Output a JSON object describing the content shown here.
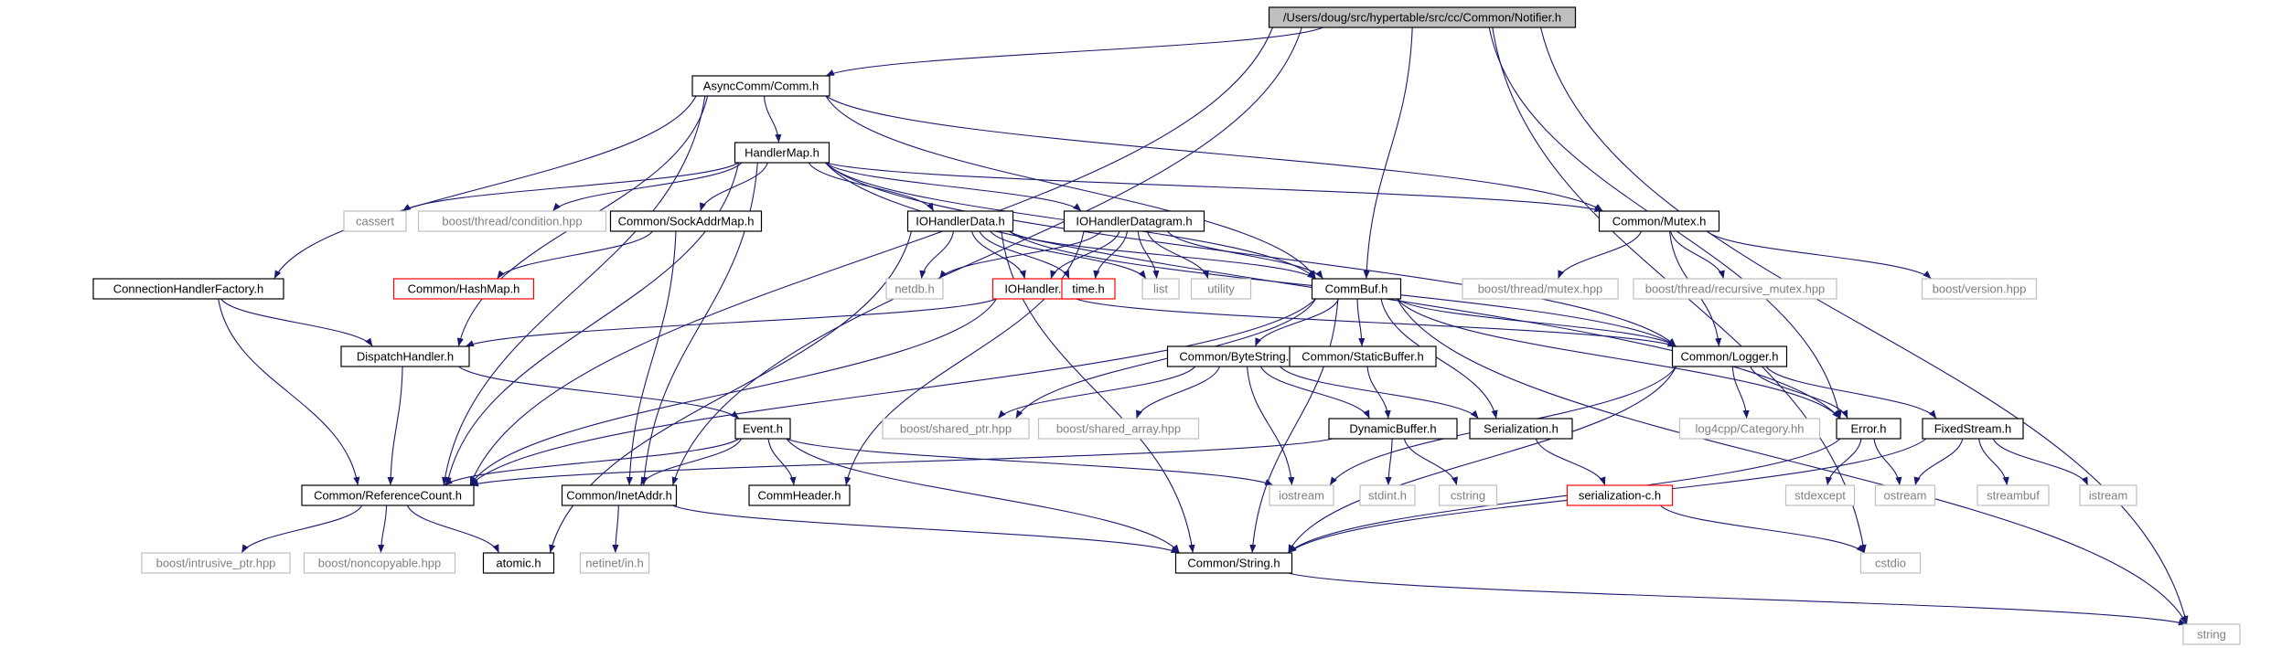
{
  "graph": {
    "colors": {
      "root_fill": "#bfbfbf",
      "normal_stroke": "#000000",
      "missing_stroke": "#bfbfbf",
      "missing_text": "#7f7f7f",
      "red_stroke": "#ff0000",
      "edge": "#191970"
    },
    "nodes": [
      {
        "id": "root",
        "label": "/Users/doug/src/hypertable/src/cc/Common/Notifier.h",
        "kind": "root"
      },
      {
        "id": "comm",
        "label": "AsyncComm/Comm.h",
        "kind": "normal"
      },
      {
        "id": "handlermap",
        "label": "HandlerMap.h",
        "kind": "normal"
      },
      {
        "id": "cassert",
        "label": "cassert",
        "kind": "missing"
      },
      {
        "id": "condition",
        "label": "boost/thread/condition.hpp",
        "kind": "missing"
      },
      {
        "id": "sockaddrmap",
        "label": "Common/SockAddrMap.h",
        "kind": "normal"
      },
      {
        "id": "iohandlerdata",
        "label": "IOHandlerData.h",
        "kind": "normal"
      },
      {
        "id": "iohandlerdatagram",
        "label": "IOHandlerDatagram.h",
        "kind": "normal"
      },
      {
        "id": "mutex",
        "label": "Common/Mutex.h",
        "kind": "normal"
      },
      {
        "id": "connfactory",
        "label": "ConnectionHandlerFactory.h",
        "kind": "normal"
      },
      {
        "id": "hashmap",
        "label": "Common/HashMap.h",
        "kind": "red"
      },
      {
        "id": "netdb",
        "label": "netdb.h",
        "kind": "missing"
      },
      {
        "id": "iohandler",
        "label": "IOHandler.h",
        "kind": "red"
      },
      {
        "id": "time",
        "label": "time.h",
        "kind": "red"
      },
      {
        "id": "list",
        "label": "list",
        "kind": "missing"
      },
      {
        "id": "utility",
        "label": "utility",
        "kind": "missing"
      },
      {
        "id": "commbuf",
        "label": "CommBuf.h",
        "kind": "normal"
      },
      {
        "id": "boostmutex",
        "label": "boost/thread/mutex.hpp",
        "kind": "missing"
      },
      {
        "id": "recmutex",
        "label": "boost/thread/recursive_mutex.hpp",
        "kind": "missing"
      },
      {
        "id": "version",
        "label": "boost/version.hpp",
        "kind": "missing"
      },
      {
        "id": "dispatch",
        "label": "DispatchHandler.h",
        "kind": "normal"
      },
      {
        "id": "bytestring",
        "label": "Common/ByteString.h",
        "kind": "normal"
      },
      {
        "id": "staticbuf",
        "label": "Common/StaticBuffer.h",
        "kind": "normal"
      },
      {
        "id": "logger",
        "label": "Common/Logger.h",
        "kind": "normal"
      },
      {
        "id": "event",
        "label": "Event.h",
        "kind": "normal"
      },
      {
        "id": "sharedptr",
        "label": "boost/shared_ptr.hpp",
        "kind": "missing"
      },
      {
        "id": "sharedarray",
        "label": "boost/shared_array.hpp",
        "kind": "missing"
      },
      {
        "id": "dynbuf",
        "label": "DynamicBuffer.h",
        "kind": "normal"
      },
      {
        "id": "serialization",
        "label": "Serialization.h",
        "kind": "normal"
      },
      {
        "id": "log4cpp",
        "label": "log4cpp/Category.hh",
        "kind": "missing"
      },
      {
        "id": "error",
        "label": "Error.h",
        "kind": "normal"
      },
      {
        "id": "fixedstream",
        "label": "FixedStream.h",
        "kind": "normal"
      },
      {
        "id": "refcount",
        "label": "Common/ReferenceCount.h",
        "kind": "normal"
      },
      {
        "id": "inetaddr",
        "label": "Common/InetAddr.h",
        "kind": "normal"
      },
      {
        "id": "commheader",
        "label": "CommHeader.h",
        "kind": "normal"
      },
      {
        "id": "iostream",
        "label": "iostream",
        "kind": "missing"
      },
      {
        "id": "stdint",
        "label": "stdint.h",
        "kind": "missing"
      },
      {
        "id": "cstring",
        "label": "cstring",
        "kind": "missing"
      },
      {
        "id": "serializationc",
        "label": "serialization-c.h",
        "kind": "red"
      },
      {
        "id": "stdexcept",
        "label": "stdexcept",
        "kind": "missing"
      },
      {
        "id": "ostream",
        "label": "ostream",
        "kind": "missing"
      },
      {
        "id": "streambuf",
        "label": "streambuf",
        "kind": "missing"
      },
      {
        "id": "istream",
        "label": "istream",
        "kind": "missing"
      },
      {
        "id": "intrusive",
        "label": "boost/intrusive_ptr.hpp",
        "kind": "missing"
      },
      {
        "id": "noncopyable",
        "label": "boost/noncopyable.hpp",
        "kind": "missing"
      },
      {
        "id": "atomic",
        "label": "atomic.h",
        "kind": "normal"
      },
      {
        "id": "netinet",
        "label": "netinet/in.h",
        "kind": "missing"
      },
      {
        "id": "string_h",
        "label": "Common/String.h",
        "kind": "normal"
      },
      {
        "id": "cstdio",
        "label": "cstdio",
        "kind": "missing"
      },
      {
        "id": "string",
        "label": "string",
        "kind": "missing"
      }
    ],
    "edges": [
      [
        "root",
        "comm"
      ],
      [
        "root",
        "commbuf"
      ],
      [
        "root",
        "refcount"
      ],
      [
        "root",
        "inetaddr"
      ],
      [
        "root",
        "error"
      ],
      [
        "root",
        "cstdio"
      ],
      [
        "root",
        "string"
      ],
      [
        "comm",
        "handlermap"
      ],
      [
        "comm",
        "connfactory"
      ],
      [
        "comm",
        "dispatch"
      ],
      [
        "comm",
        "commbuf"
      ],
      [
        "comm",
        "mutex"
      ],
      [
        "comm",
        "refcount"
      ],
      [
        "handlermap",
        "cassert"
      ],
      [
        "handlermap",
        "condition"
      ],
      [
        "handlermap",
        "sockaddrmap"
      ],
      [
        "handlermap",
        "iohandlerdata"
      ],
      [
        "handlermap",
        "iohandlerdatagram"
      ],
      [
        "handlermap",
        "mutex"
      ],
      [
        "handlermap",
        "commbuf"
      ],
      [
        "handlermap",
        "error"
      ],
      [
        "handlermap",
        "inetaddr"
      ],
      [
        "handlermap",
        "refcount"
      ],
      [
        "handlermap",
        "logger"
      ],
      [
        "sockaddrmap",
        "hashmap"
      ],
      [
        "sockaddrmap",
        "inetaddr"
      ],
      [
        "iohandlerdata",
        "netdb"
      ],
      [
        "iohandlerdata",
        "iohandler"
      ],
      [
        "iohandlerdata",
        "time"
      ],
      [
        "iohandlerdata",
        "list"
      ],
      [
        "iohandlerdata",
        "commbuf"
      ],
      [
        "iohandlerdata",
        "atomic"
      ],
      [
        "iohandlerdata",
        "string_h"
      ],
      [
        "iohandlerdata",
        "logger"
      ],
      [
        "iohandlerdatagram",
        "netdb"
      ],
      [
        "iohandlerdatagram",
        "iohandler"
      ],
      [
        "iohandlerdatagram",
        "time"
      ],
      [
        "iohandlerdatagram",
        "list"
      ],
      [
        "iohandlerdatagram",
        "utility"
      ],
      [
        "iohandlerdatagram",
        "commbuf"
      ],
      [
        "iohandlerdatagram",
        "commheader"
      ],
      [
        "mutex",
        "boostmutex"
      ],
      [
        "mutex",
        "recmutex"
      ],
      [
        "mutex",
        "version"
      ],
      [
        "mutex",
        "logger"
      ],
      [
        "connfactory",
        "dispatch"
      ],
      [
        "connfactory",
        "refcount"
      ],
      [
        "iohandler",
        "dispatch"
      ],
      [
        "iohandler",
        "refcount"
      ],
      [
        "iohandler",
        "logger"
      ],
      [
        "commbuf",
        "bytestring"
      ],
      [
        "commbuf",
        "staticbuf"
      ],
      [
        "commbuf",
        "logger"
      ],
      [
        "commbuf",
        "serialization"
      ],
      [
        "commbuf",
        "sharedptr"
      ],
      [
        "commbuf",
        "refcount"
      ],
      [
        "commbuf",
        "string"
      ],
      [
        "commbuf",
        "string_h"
      ],
      [
        "commbuf",
        "error"
      ],
      [
        "dispatch",
        "refcount"
      ],
      [
        "dispatch",
        "event"
      ],
      [
        "bytestring",
        "sharedptr"
      ],
      [
        "bytestring",
        "sharedarray"
      ],
      [
        "bytestring",
        "dynbuf"
      ],
      [
        "bytestring",
        "serialization"
      ],
      [
        "bytestring",
        "iostream"
      ],
      [
        "staticbuf",
        "dynbuf"
      ],
      [
        "logger",
        "log4cpp"
      ],
      [
        "logger",
        "error"
      ],
      [
        "logger",
        "fixedstream"
      ],
      [
        "logger",
        "string_h"
      ],
      [
        "logger",
        "iostream"
      ],
      [
        "event",
        "refcount"
      ],
      [
        "event",
        "inetaddr"
      ],
      [
        "event",
        "commheader"
      ],
      [
        "event",
        "iostream"
      ],
      [
        "event",
        "string_h"
      ],
      [
        "dynbuf",
        "stdint"
      ],
      [
        "dynbuf",
        "cstring"
      ],
      [
        "dynbuf",
        "refcount"
      ],
      [
        "serialization",
        "serializationc"
      ],
      [
        "serializationc",
        "cstdio"
      ],
      [
        "error",
        "stdexcept"
      ],
      [
        "error",
        "ostream"
      ],
      [
        "error",
        "string_h"
      ],
      [
        "fixedstream",
        "streambuf"
      ],
      [
        "fixedstream",
        "istream"
      ],
      [
        "fixedstream",
        "ostream"
      ],
      [
        "fixedstream",
        "string_h"
      ],
      [
        "refcount",
        "intrusive"
      ],
      [
        "refcount",
        "noncopyable"
      ],
      [
        "refcount",
        "atomic"
      ],
      [
        "inetaddr",
        "netinet"
      ],
      [
        "inetaddr",
        "string_h"
      ],
      [
        "string_h",
        "string"
      ]
    ]
  }
}
